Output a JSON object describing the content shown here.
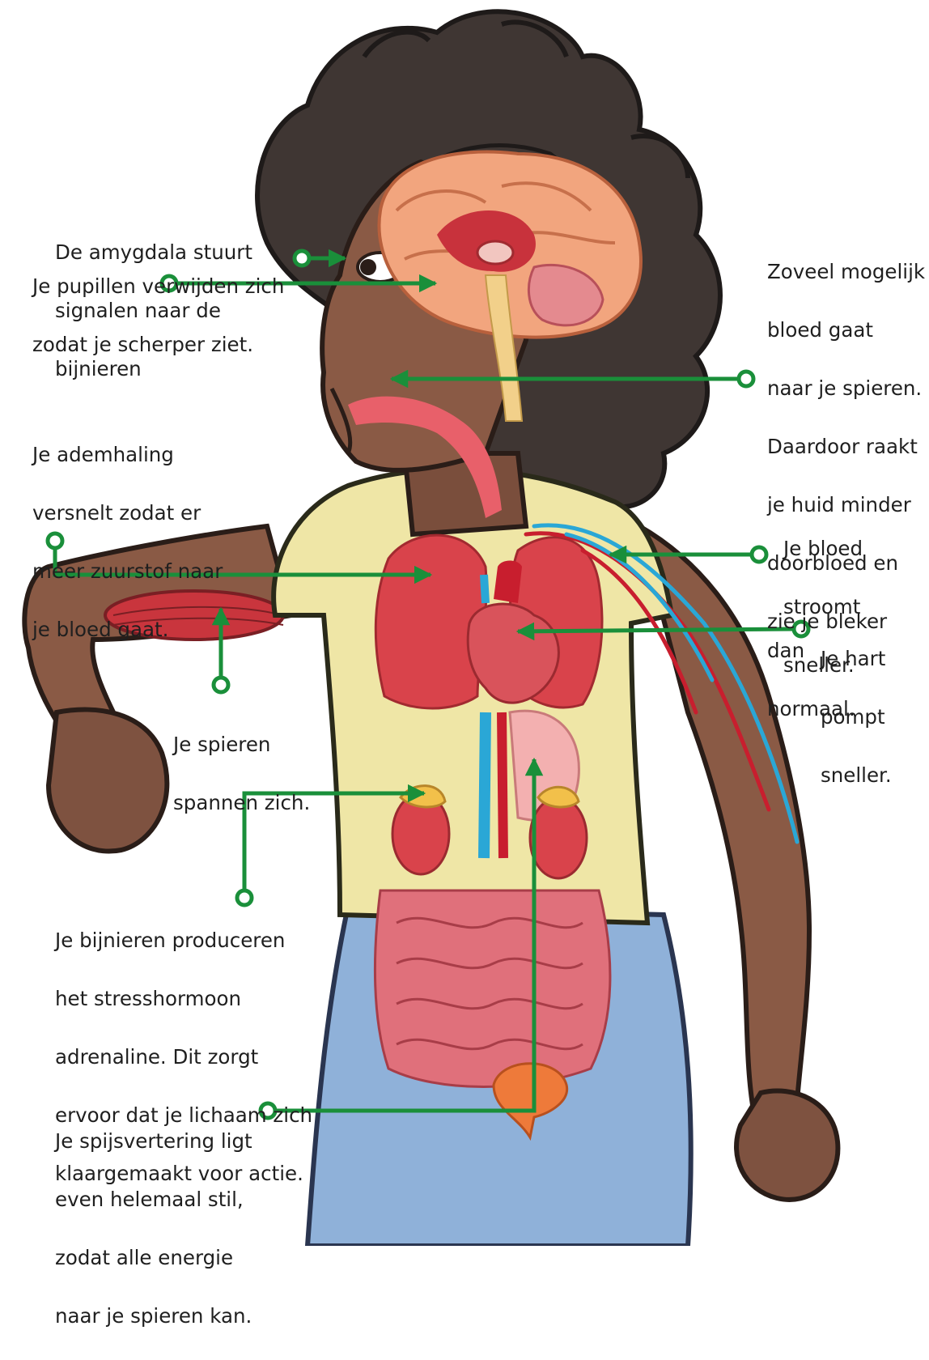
{
  "colors": {
    "connector": "#1a8f3a",
    "text": "#1f1f1f",
    "skin": "#8a5a45",
    "shirt": "#efe6a6",
    "jeans": "#8fb1d9",
    "hair": "#3f3633",
    "organ_red": "#d9434b",
    "brain": "#f2a57e",
    "artery": "#c81e2e",
    "vein": "#2aa7d6"
  },
  "labels": {
    "amygdala": [
      "De amygdala stuurt",
      "signalen naar de",
      "bijnieren"
    ],
    "pupils": [
      "Je pupillen verwijden zich",
      "zodat je scherper ziet."
    ],
    "breathing": [
      "Je ademhaling",
      "versnelt zodat er",
      "meer zuurstof naar",
      "je bloed gaat."
    ],
    "muscles": [
      "Je spieren",
      "spannen zich."
    ],
    "adrenals": [
      "Je bijnieren produceren",
      "het stresshormoon",
      "adrenaline. Dit zorgt",
      "ervoor dat je lichaam zich",
      "klaargemaakt voor actie."
    ],
    "digestion": [
      "Je spijsvertering ligt",
      "even helemaal stil,",
      "zodat alle energie",
      "naar je spieren kan."
    ],
    "skin_blood": [
      "Zoveel mogelijk",
      "bloed gaat",
      "naar je spieren.",
      "Daardoor raakt",
      "je huid minder",
      "doorbloed en",
      "zie je bleker dan",
      "normaal."
    ],
    "blood_flow": [
      "Je bloed",
      "stroomt",
      "sneller."
    ],
    "heart": [
      "Je hart",
      "pompt",
      "sneller."
    ]
  }
}
